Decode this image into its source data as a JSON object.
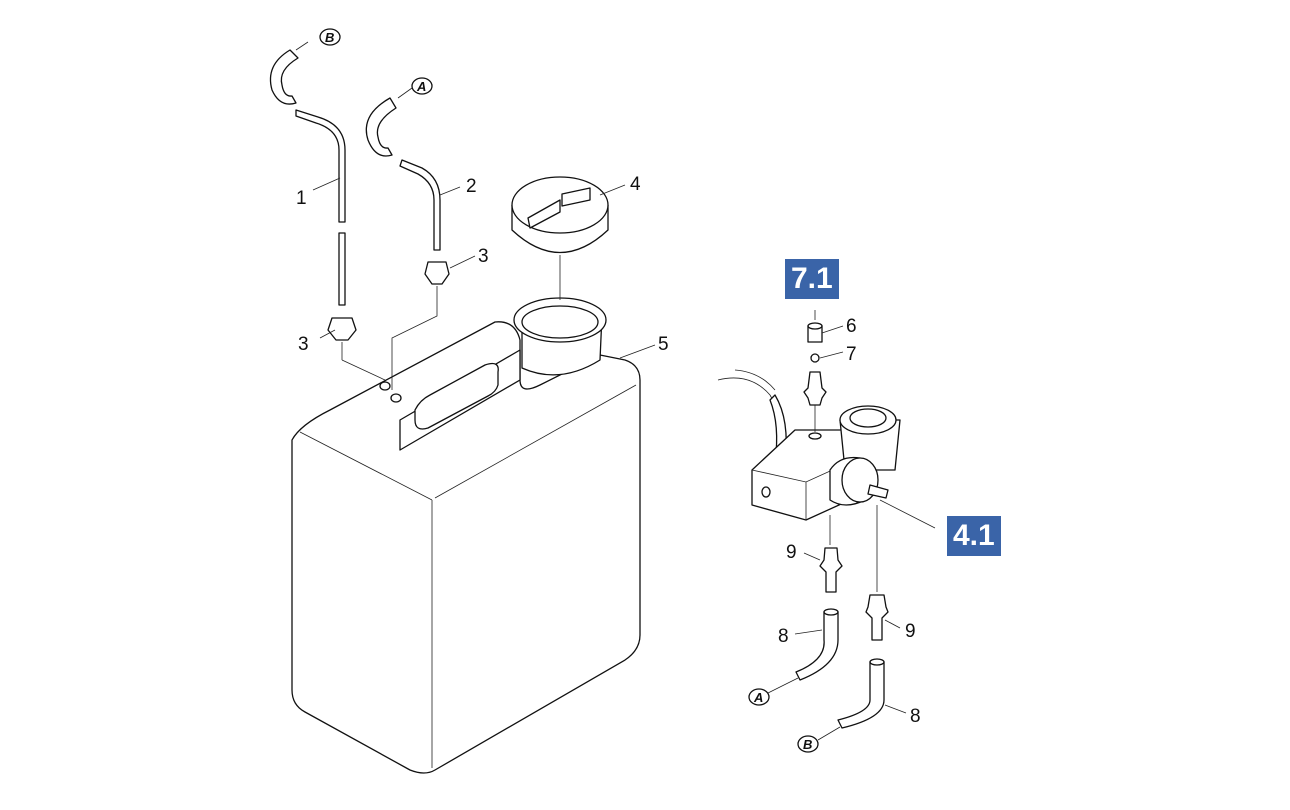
{
  "diagram": {
    "part_numbers": {
      "p1": "1",
      "p2": "2",
      "p3a": "3",
      "p3b": "3",
      "p4": "4",
      "p5": "5",
      "p6": "6",
      "p7": "7",
      "p8a": "8",
      "p8b": "8",
      "p9a": "9",
      "p9b": "9"
    },
    "connectors": {
      "b_top": "B",
      "a_top": "A",
      "a_bottom": "A",
      "b_bottom": "B"
    },
    "references": {
      "ref_7_1": "7.1",
      "ref_4_1": "4.1"
    },
    "accent_color": "#3a64a8"
  }
}
